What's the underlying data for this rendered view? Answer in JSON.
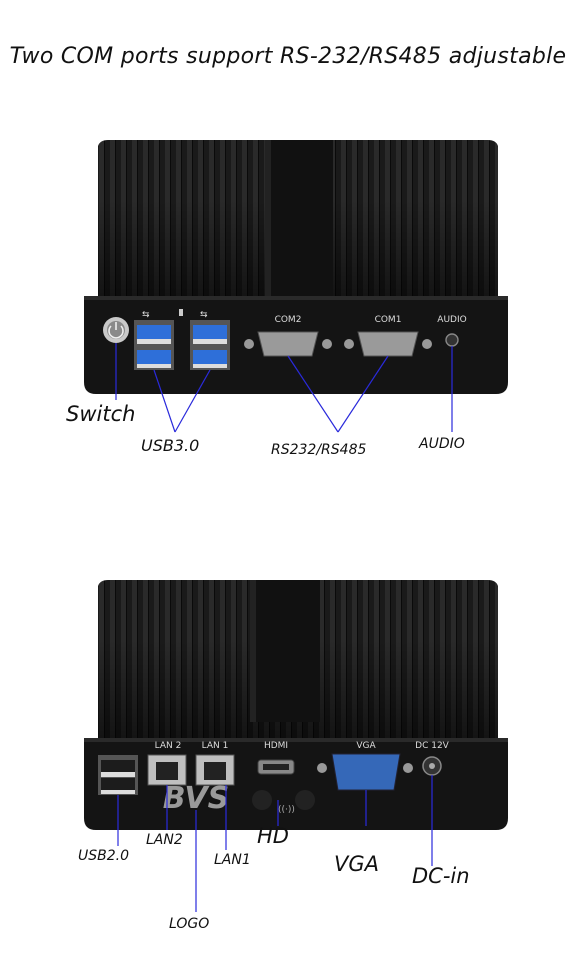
{
  "heading": "Two COM ports support RS-232/RS485 adjustable",
  "front_panel": {
    "silkscreen": {
      "com2": "COM2",
      "com1": "COM1",
      "audio": "AUDIO"
    },
    "callouts": {
      "switch": "Switch",
      "usb3": "USB3.0",
      "rs232": "RS232/RS485",
      "audio": "AUDIO"
    }
  },
  "back_panel": {
    "silkscreen": {
      "lan2": "LAN 2",
      "lan1": "LAN 1",
      "hdmi": "HDMI",
      "vga": "VGA",
      "dc": "DC  12V",
      "logo": "BVS"
    },
    "callouts": {
      "usb2": "USB2.0",
      "lan2": "LAN2",
      "lan1": "LAN1",
      "hd": "HD",
      "vga": "VGA",
      "dcin": "DC-in",
      "logo": "LOGO"
    }
  },
  "colors": {
    "chassis": "#161616",
    "usb3_blue": "#2e6fd9",
    "callout_line": "#2a2adb",
    "vga_blue": "#3568b8"
  }
}
